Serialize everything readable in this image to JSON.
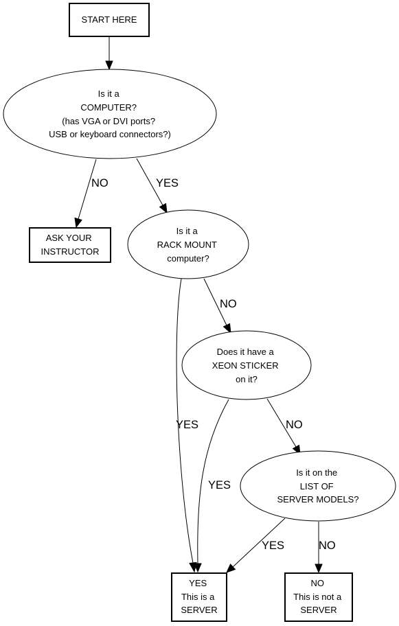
{
  "nodes": {
    "start": {
      "lines": [
        "START HERE"
      ]
    },
    "is_computer": {
      "lines": [
        "Is it a",
        "COMPUTER?",
        "(has VGA or DVI ports?",
        "USB or keyboard connectors?)"
      ]
    },
    "ask_instructor": {
      "lines": [
        "ASK YOUR",
        "INSTRUCTOR"
      ]
    },
    "rack_mount": {
      "lines": [
        "Is it a",
        "RACK MOUNT",
        "computer?"
      ]
    },
    "xeon": {
      "lines": [
        "Does it have a",
        "XEON STICKER",
        "on it?"
      ]
    },
    "server_list": {
      "lines": [
        "Is it on the",
        "LIST OF",
        "SERVER MODELS?"
      ]
    },
    "yes_server": {
      "lines": [
        "YES",
        "This is a",
        "SERVER"
      ]
    },
    "no_server": {
      "lines": [
        "NO",
        "This is not a",
        "SERVER"
      ]
    }
  },
  "edges": {
    "computer_no": "NO",
    "computer_yes": "YES",
    "rack_no": "NO",
    "rack_yes": "YES",
    "xeon_yes": "YES",
    "xeon_no": "NO",
    "list_yes": "YES",
    "list_no": "NO"
  }
}
